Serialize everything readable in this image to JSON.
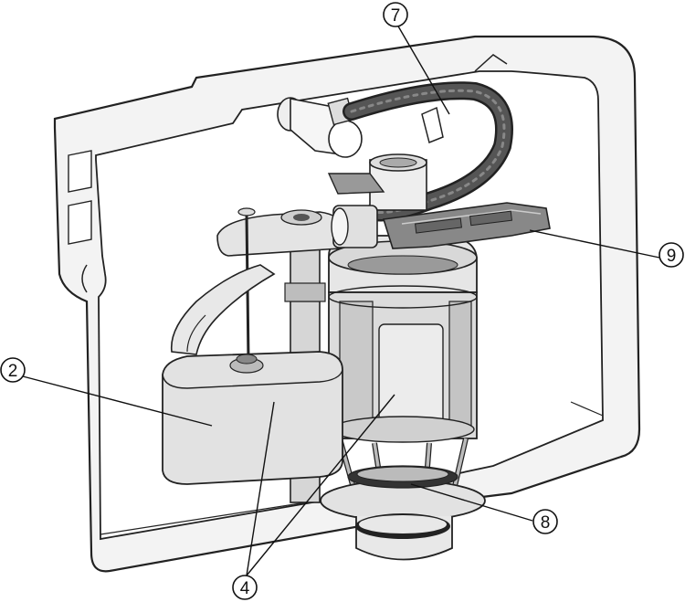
{
  "diagram": {
    "callouts": [
      {
        "id": "c2",
        "label": "2"
      },
      {
        "id": "c4",
        "label": "4"
      },
      {
        "id": "c7",
        "label": "7"
      },
      {
        "id": "c8",
        "label": "8"
      },
      {
        "id": "c9",
        "label": "9"
      }
    ]
  }
}
